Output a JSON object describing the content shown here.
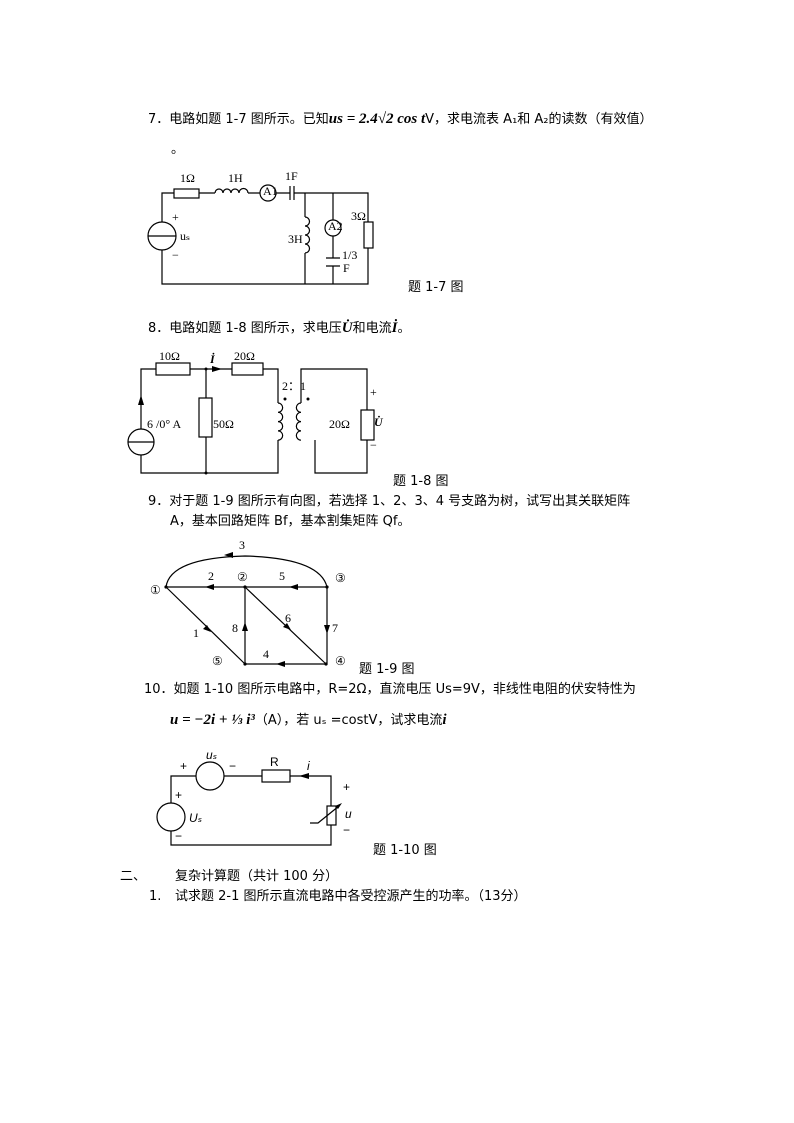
{
  "q7": {
    "num": "7．",
    "text_a": "电路如题 1-7 图所示。已知",
    "formula": "us = 2.4√2 cos t",
    "text_b": "V，求电流表 A₁和 A₂的读数（有效值）",
    "end": "。",
    "fig": {
      "r1": "1Ω",
      "l1": "1H",
      "a1": "A1",
      "c1": "1F",
      "l3": "3H",
      "a2": "A2",
      "c2a": "1/3",
      "c2b": "F",
      "r3": "3Ω",
      "plus": "+",
      "minus": "−",
      "src": "uₛ"
    },
    "caption": "题 1-7 图"
  },
  "q8": {
    "num": "8．",
    "text_a": "电路如题 1-8 图所示，求电压",
    "u": "U̇",
    "text_b": "和电流",
    "i": "İ",
    "end": "。",
    "fig": {
      "r10": "10Ω",
      "i": "İ",
      "r20a": "20Ω",
      "ratio": "2：1",
      "src": "6 /0° A",
      "r50": "50Ω",
      "r20b": "20Ω",
      "plus": "+",
      "u": "U̇",
      "minus": "−"
    },
    "caption": "题 1-8 图"
  },
  "q9": {
    "num": "9．",
    "line1": "对于题 1-9 图所示有向图，若选择 1、2、3、4 号支路为树，试写出其关联矩阵",
    "line2": "A，基本回路矩阵 Bf，基本割集矩阵 Qf。",
    "fig": {
      "nodes": [
        "①",
        "②",
        "③",
        "④",
        "⑤"
      ],
      "branches": [
        "1",
        "2",
        "3",
        "4",
        "5",
        "6",
        "7",
        "8"
      ]
    },
    "caption": "题 1-9 图"
  },
  "q10": {
    "num": "10．",
    "line1": "如题 1-10 图所示电路中，R=2Ω，直流电压 Us=9V，非线性电阻的伏安特性为",
    "formula": "u = −2i + ⅓ i³",
    "line2": "（A），若 uₛ =costV，试求电流",
    "i": "i",
    "fig": {
      "us": "uₛ",
      "plus": "+",
      "minus": "−",
      "r": "R",
      "i": "i",
      "Us": "Uₛ",
      "u": "u"
    },
    "caption": "题 1-10 图"
  },
  "section2": {
    "num": "二、",
    "title": "复杂计算题（共计 100 分）"
  },
  "q2_1": {
    "num": "1.",
    "text": "试求题 2-1 图所示直流电路中各受控源产生的功率。（13分）"
  }
}
